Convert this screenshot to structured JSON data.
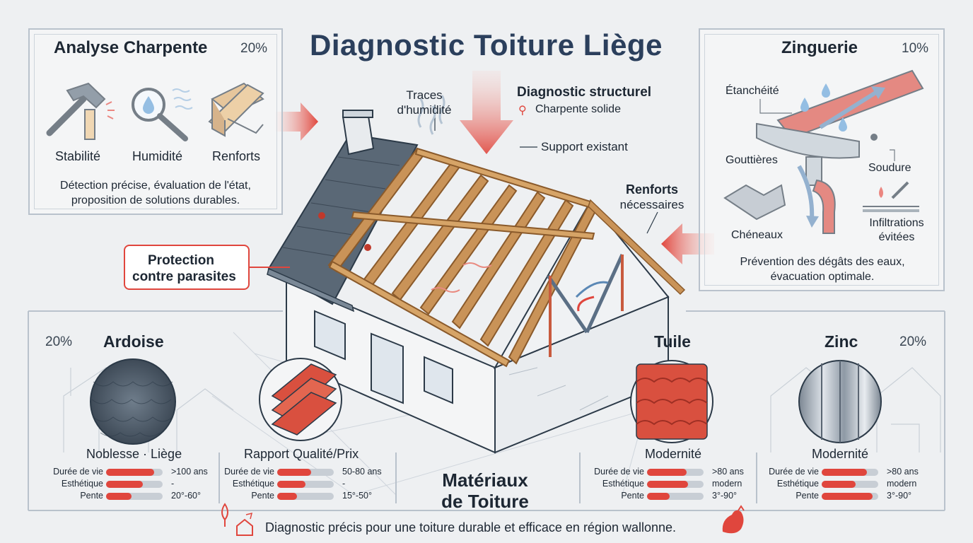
{
  "title": "Diagnostic Toiture Liège",
  "colors": {
    "accent": "#e0463d",
    "title": "#2b3f5c",
    "line": "#b9c2cc",
    "blue": "#5b88b5"
  },
  "analyse": {
    "title": "Analyse Charpente",
    "percent": "20%",
    "items": [
      {
        "label": "Stabilité",
        "icon": "hammer-icon"
      },
      {
        "label": "Humidité",
        "icon": "magnifier-drop-icon"
      },
      {
        "label": "Renforts",
        "icon": "wood-beams-icon"
      }
    ],
    "description_line1": "Détection précise, évaluation de l'état,",
    "description_line2": "proposition de solutions durables."
  },
  "zinguerie": {
    "title": "Zinguerie",
    "percent": "10%",
    "labels": {
      "etancheite": "Étanchéité",
      "gouttieres": "Gouttières",
      "soudure": "Soudure",
      "cheneaux": "Chéneaux",
      "infiltrations_line1": "Infiltrations",
      "infiltrations_line2": "évitées"
    },
    "description_line1": "Prévention des dégâts des eaux,",
    "description_line2": "évacuation optimale."
  },
  "annotations": {
    "traces_line1": "Traces",
    "traces_line2": "d'humidité",
    "diagnostic_structurel": "Diagnostic structurel",
    "charpente_solide": "Charpente solide",
    "support_existant": "Support existant",
    "renforts_line1": "Renforts",
    "renforts_line2": "nécessaires",
    "protection_line1": "Protection",
    "protection_line2": "contre parasites"
  },
  "materials_title_line1": "Matériaux",
  "materials_title_line2": "de Toiture",
  "materials": [
    {
      "name": "Ardoise",
      "percent": "20%",
      "subtitle": "Noblesse · Liège",
      "metrics": [
        {
          "label": "Durée de vie",
          "fill": 0.85,
          "value": ">100 ans"
        },
        {
          "label": "Esthétique",
          "fill": 0.65,
          "value": "-"
        },
        {
          "label": "Pente",
          "fill": 0.45,
          "value": "20°-60°"
        }
      ]
    },
    {
      "name": "",
      "percent": "",
      "subtitle": "Rapport Qualité/Prix",
      "metrics": [
        {
          "label": "Durée de vie",
          "fill": 0.6,
          "value": "50-80 ans"
        },
        {
          "label": "Esthétique",
          "fill": 0.5,
          "value": "-"
        },
        {
          "label": "Pente",
          "fill": 0.35,
          "value": "15°-50°"
        }
      ]
    },
    {
      "name": "Tuile",
      "percent": "",
      "subtitle": "Modernité",
      "metrics": [
        {
          "label": "Durée de vie",
          "fill": 0.7,
          "value": ">80 ans"
        },
        {
          "label": "Esthétique",
          "fill": 0.72,
          "value": "modern"
        },
        {
          "label": "Pente",
          "fill": 0.4,
          "value": "3°-90°"
        }
      ]
    },
    {
      "name": "Zinc",
      "percent": "20%",
      "subtitle": "Modernité",
      "metrics": [
        {
          "label": "Durée de vie",
          "fill": 0.8,
          "value": ">80 ans"
        },
        {
          "label": "Esthétique",
          "fill": 0.6,
          "value": "modern"
        },
        {
          "label": "Pente",
          "fill": 0.9,
          "value": "3°-90°"
        }
      ]
    }
  ],
  "footer": "Diagnostic précis pour une toiture durable et efficace en région wallonne."
}
